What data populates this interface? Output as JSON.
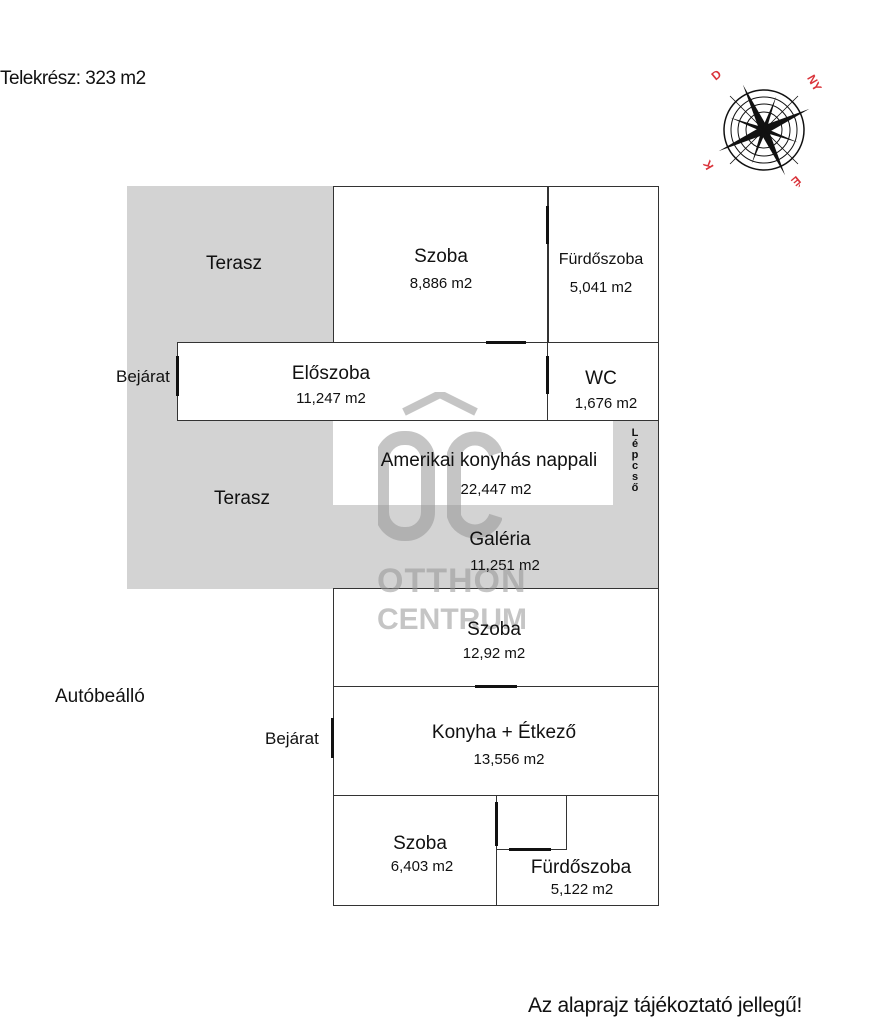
{
  "header": {
    "plot_size": "Telekrész: 323 m2"
  },
  "footer": {
    "disclaimer": "Az alaprajz tájékoztató jellegű!"
  },
  "labels": {
    "carport": "Autóbeálló",
    "entrance_upper": "Bejárat",
    "entrance_lower": "Bejárat",
    "stairs": [
      "L",
      "é",
      "p",
      "c",
      "s",
      "ő"
    ]
  },
  "compass": {
    "letters": [
      "D",
      "NY",
      "É",
      "K"
    ],
    "colors": {
      "letters": "#d9333a",
      "rose": "#111111"
    }
  },
  "watermark": {
    "logo": "OC",
    "line1": "OTTHON",
    "line2": "CENTRUM"
  },
  "rooms": {
    "terrace_upper": {
      "name": "Terasz"
    },
    "terrace_lower": {
      "name": "Terasz"
    },
    "bedroom_top": {
      "name": "Szoba",
      "area": "8,886 m2"
    },
    "bathroom_top": {
      "name": "Fürdőszoba",
      "area": "5,041 m2"
    },
    "hall": {
      "name": "Előszoba",
      "area": "11,247 m2"
    },
    "wc": {
      "name": "WC",
      "area": "1,676 m2"
    },
    "living": {
      "name": "Amerikai konyhás nappali",
      "area": "22,447 m2"
    },
    "gallery": {
      "name": "Galéria",
      "area": "11,251 m2"
    },
    "bedroom_mid": {
      "name": "Szoba",
      "area": "12,92 m2"
    },
    "kitchen": {
      "name": "Konyha + Étkező",
      "area": "13,556 m2"
    },
    "bedroom_small": {
      "name": "Szoba",
      "area": "6,403 m2"
    },
    "bathroom_bottom": {
      "name": "Fürdőszoba",
      "area": "5,122 m2"
    }
  },
  "colors": {
    "terrace": "#d3d3d3",
    "walls": "#333333",
    "doors": "#111111"
  }
}
